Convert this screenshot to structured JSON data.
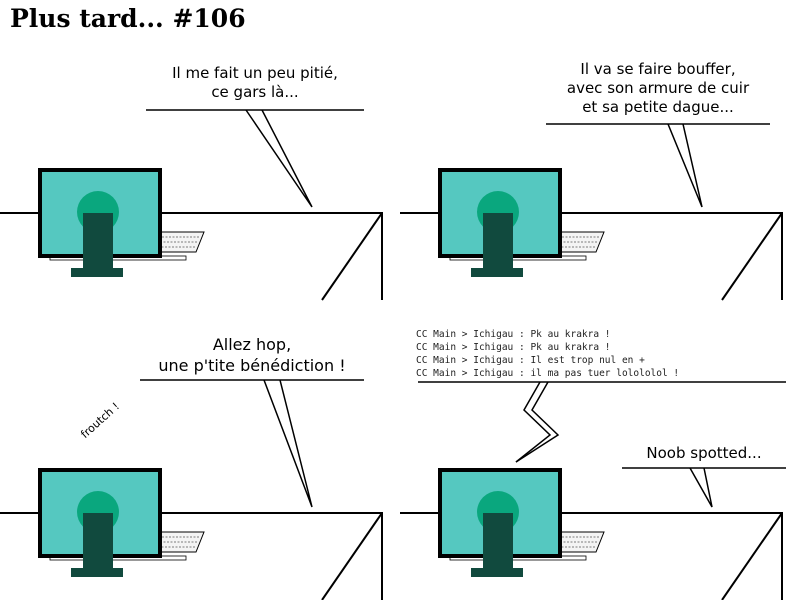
{
  "title": "Plus tard... #106",
  "colors": {
    "screen": "#55c8c0",
    "stand": "#114a3e",
    "head": "#0aa77e",
    "outline": "#000000",
    "keyboard": "#f4f4f4"
  },
  "icons": [
    "computer-monitor-icon",
    "keyboard-icon"
  ],
  "panels": [
    {
      "id": "panel-1",
      "speech_lines": [
        "Il me fait un peu pitié,",
        "ce gars là..."
      ]
    },
    {
      "id": "panel-2",
      "speech_lines": [
        "Il va se faire bouffer,",
        "avec son armure de cuir",
        "et sa petite dague..."
      ]
    },
    {
      "id": "panel-3",
      "speech_lines": [
        "Allez hop,",
        "une p'tite bénédiction !"
      ],
      "sound_effect": "froutch !"
    },
    {
      "id": "panel-4",
      "chat": [
        {
          "channel": "CC Main",
          "sender": "Ichigau",
          "message": "Pk au krakra !"
        },
        {
          "channel": "CC Main",
          "sender": "Ichigau",
          "message": "Pk au krakra !"
        },
        {
          "channel": "CC Main",
          "sender": "Ichigau",
          "message": "Il est trop nul en +"
        },
        {
          "channel": "CC Main",
          "sender": "Ichigau",
          "message": "il ma pas tuer lolololol !"
        }
      ],
      "speech_lines": [
        "Noob spotted..."
      ]
    }
  ]
}
